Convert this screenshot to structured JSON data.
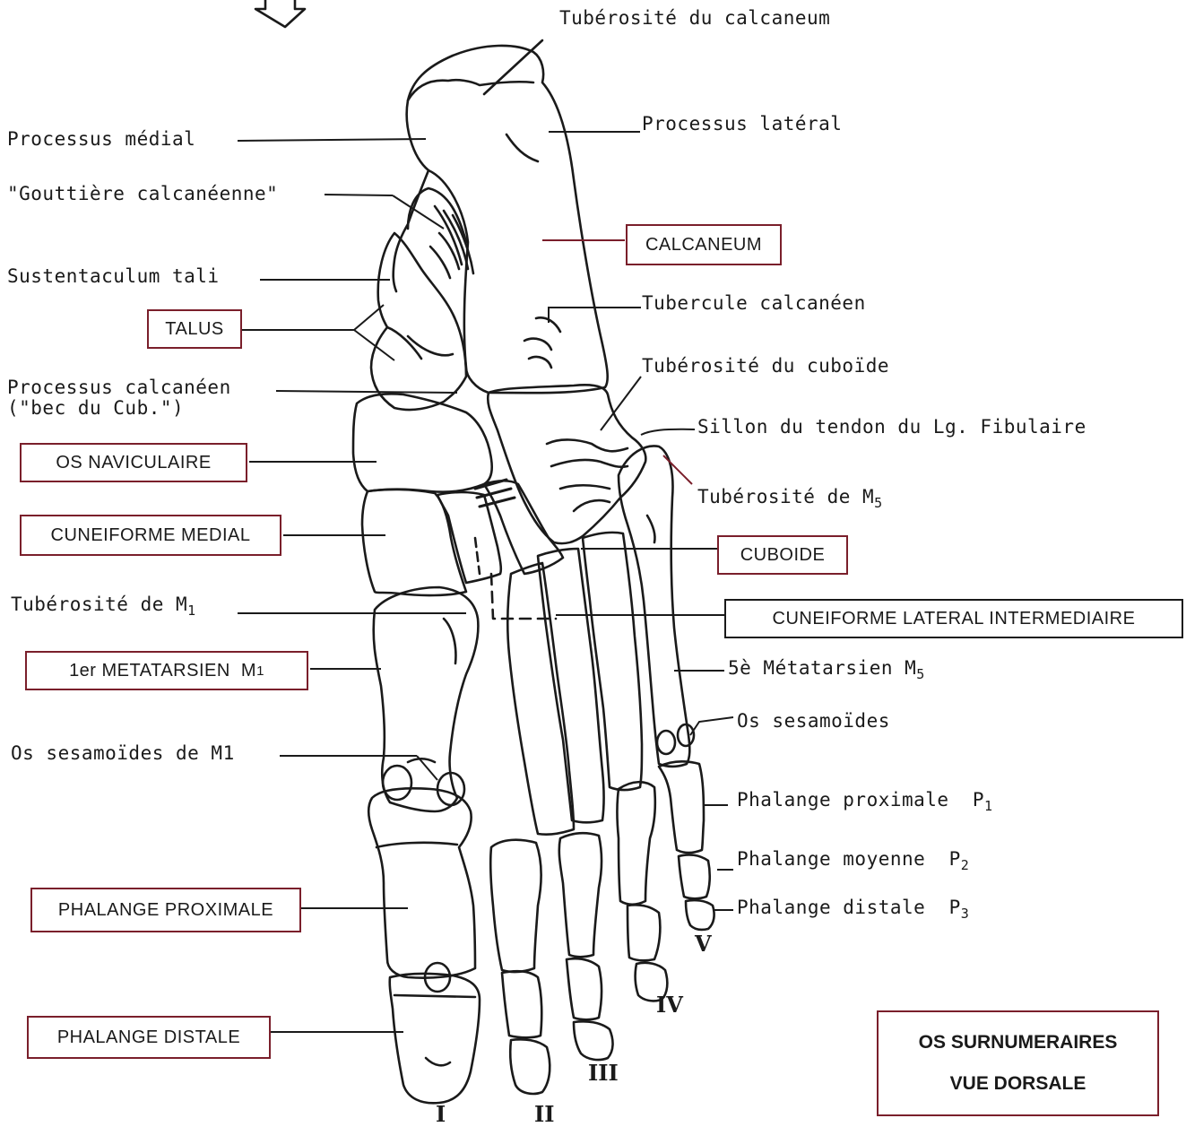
{
  "labels": {
    "tuberosite_calcaneum": "Tubérosité du calcaneum",
    "processus_lateral": "Processus latéral",
    "processus_medial": "Processus médial",
    "gouttiere": "\"Gouttière calcanéenne\"",
    "calcaneum": "CALCANEUM",
    "sustentaculum": "Sustentaculum tali",
    "tubercule": "Tubercule calcanéen",
    "talus": "TALUS",
    "tuberosite_cuboide": "Tubérosité du cuboïde",
    "processus_calcaneen": "Processus calcanéen",
    "bec_cub": "(\"bec du Cub.\")",
    "sillon": "Sillon du tendon du Lg. Fibulaire",
    "os_naviculaire": "OS NAVICULAIRE",
    "tuberosite_m5": "Tubérosité de M",
    "tuberosite_m5_sub": "5",
    "cuneiforme_medial": "CUNEIFORME MEDIAL",
    "cuboide": "CUBOIDE",
    "tuberosite_m1": "Tubérosité de M",
    "tuberosite_m1_sub": "1",
    "cuneiforme_lateral": "CUNEIFORME LATERAL INTERMEDIAIRE",
    "metatarsien_1": "1er METATARSIEN  M",
    "metatarsien_1_sub": "1",
    "metatarsien_5": "5è Métatarsien M",
    "metatarsien_5_sub": "5",
    "os_sesamoides": "Os sesamoïdes",
    "os_sesamoides_m1": "Os sesamoïdes de M1",
    "phalange_proximale_p1": "Phalange proximale  P",
    "phalange_proximale_p1_sub": "1",
    "phalange_moyenne_p2": "Phalange moyenne  P",
    "phalange_moyenne_p2_sub": "2",
    "phalange_distale_p3": "Phalange distale  P",
    "phalange_distale_p3_sub": "3",
    "phalange_proximale": "PHALANGE PROXIMALE",
    "phalange_distale": "PHALANGE DISTALE"
  },
  "roman_numerals": [
    "I",
    "II",
    "III",
    "IV",
    "V"
  ],
  "title_box": {
    "line1": "OS SURNUMERAIRES",
    "line2": "VUE DORSALE"
  },
  "colors": {
    "box_border": "#7a1f2b",
    "ink": "#1a1a1a"
  }
}
